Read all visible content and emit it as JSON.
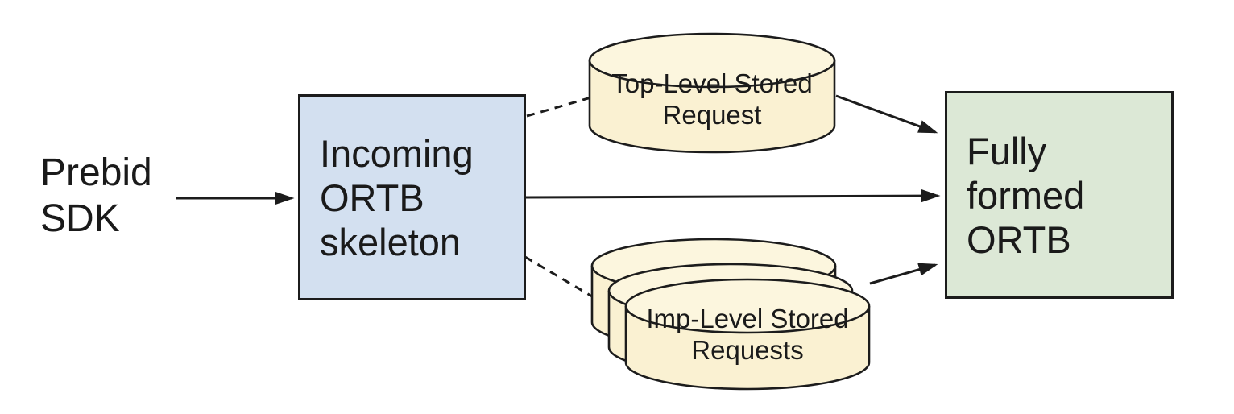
{
  "diagram": {
    "type": "flow-diagram",
    "nodes": {
      "prebid": {
        "label": "Prebid SDK",
        "shape": "text"
      },
      "incoming": {
        "label": "Incoming ORTB skeleton",
        "shape": "rectangle"
      },
      "top_stored": {
        "label": "Top-Level Stored Request",
        "shape": "cylinder"
      },
      "imp_stored": {
        "label": "Imp-Level Stored Requests",
        "shape": "cylinder-stack-of-3"
      },
      "fully_formed": {
        "label": "Fully formed ORTB",
        "shape": "rectangle"
      }
    },
    "edges": [
      {
        "from": "prebid",
        "to": "incoming",
        "style": "solid-arrow"
      },
      {
        "from": "incoming",
        "to": "top_stored",
        "style": "dashed-line"
      },
      {
        "from": "incoming",
        "to": "fully_formed",
        "style": "solid-arrow"
      },
      {
        "from": "incoming",
        "to": "imp_stored",
        "style": "dashed-line"
      },
      {
        "from": "top_stored",
        "to": "fully_formed",
        "style": "solid-arrow"
      },
      {
        "from": "imp_stored",
        "to": "fully_formed",
        "style": "solid-arrow"
      }
    ],
    "colors": {
      "incoming_box_fill": "#d3e0f0",
      "fully_formed_box_fill": "#dce8d6",
      "cylinder_fill": "#faf1d2",
      "cylinder_top_fill": "#fcf6de",
      "stroke": "#1c1c1c",
      "text": "#1a1a1a",
      "background": "#ffffff"
    }
  }
}
